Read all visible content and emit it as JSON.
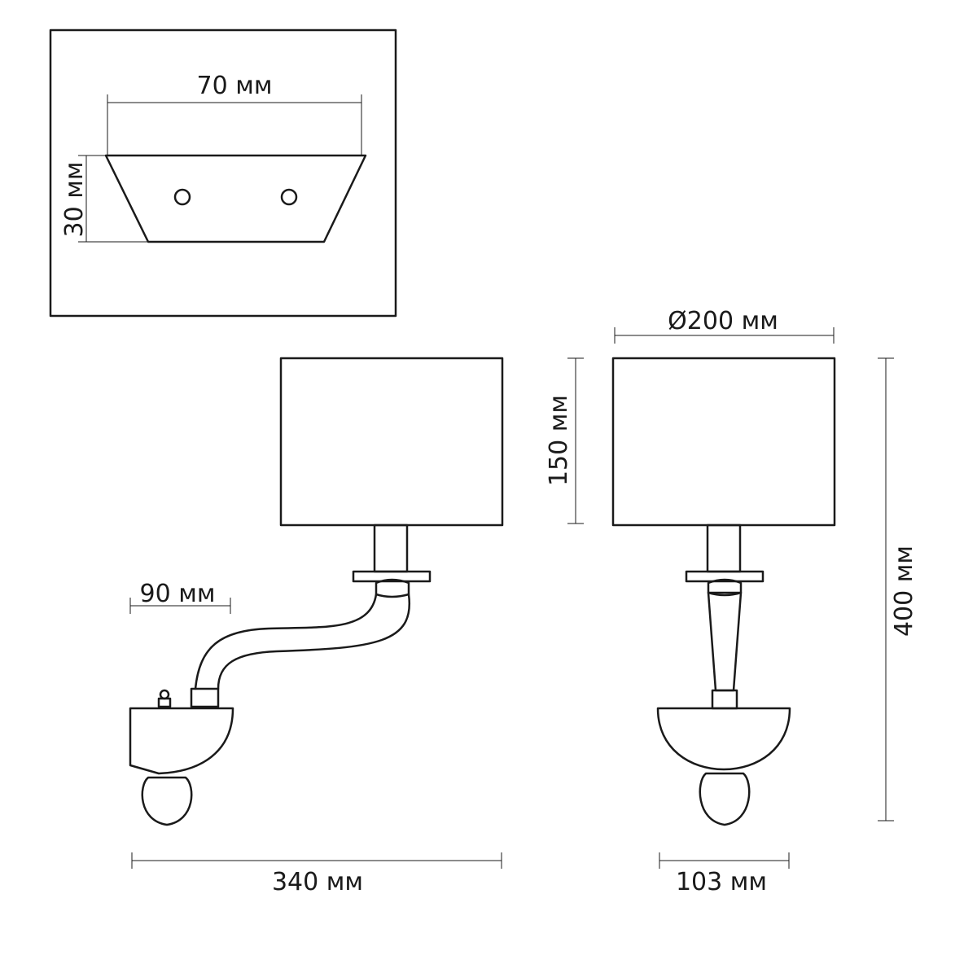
{
  "dimensions": {
    "mount_width": "70 мм",
    "mount_height": "30 мм",
    "shade_diameter": "Ø200 мм",
    "shade_height": "150 мм",
    "total_height": "400 мм",
    "arm_offset": "90 мм",
    "total_depth": "340 мм",
    "base_width": "103 мм"
  }
}
